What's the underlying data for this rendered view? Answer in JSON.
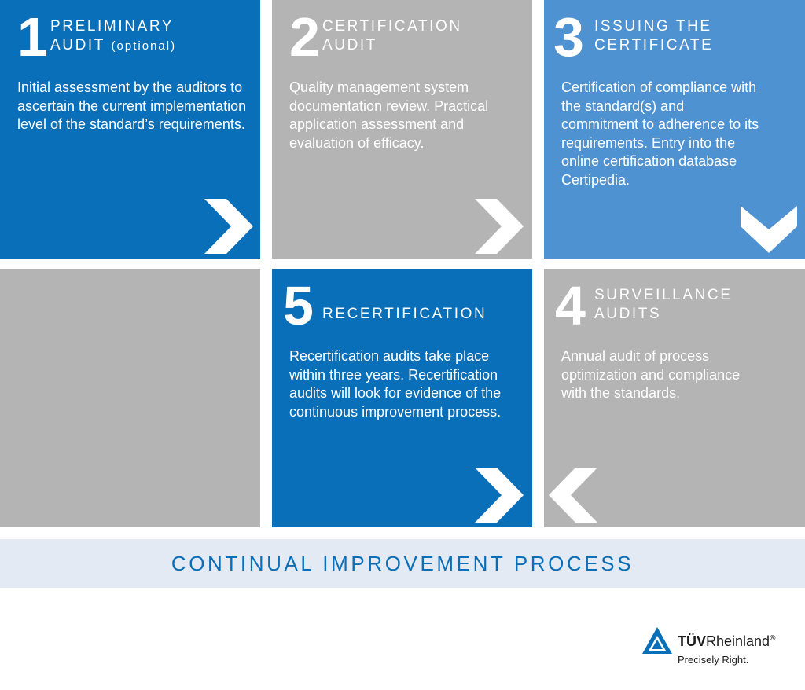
{
  "steps": [
    {
      "number": "1",
      "title_line1": "PRELIMINARY",
      "title_line2": "AUDIT",
      "title_suffix": "(optional)",
      "description": "Initial assessment by the auditors to ascertain the current implementation level of the standard’s requirements."
    },
    {
      "number": "2",
      "title_line1": "CERTIFICATION",
      "title_line2": "AUDIT",
      "description": "Quality management system documentation review. Practical application assessment and evaluation of efficacy."
    },
    {
      "number": "3",
      "title_line1": "ISSUING THE",
      "title_line2": "CERTIFICATE",
      "description": "Certification of compliance with the standard(s) and commitment to adherence to its requirements. Entry into the online certification database Certipedia."
    },
    {
      "number": "4",
      "title_line1": "SURVEILLANCE",
      "title_line2": "AUDITS",
      "description": "Annual audit of process optimization and compliance with the standards."
    },
    {
      "number": "5",
      "title_line1": "RECERTIFICATION",
      "description": "Recertification audits take place within three years. Recertification audits will look for evidence of the continuous improvement process."
    }
  ],
  "footer_band": "CONTINUAL IMPROVEMENT PROCESS",
  "brand": {
    "name_bold": "TÜV",
    "name_rest": "Rheinland",
    "registered": "®",
    "tagline": "Precisely Right."
  },
  "colors": {
    "blue": "#0a6fb9",
    "light_blue": "#4f92d1",
    "grey": "#b4b4b4",
    "band": "#e3eaf4"
  },
  "icons": [
    "chevron-right-icon",
    "chevron-down-icon",
    "chevron-left-icon",
    "tuv-triangle-logo"
  ]
}
